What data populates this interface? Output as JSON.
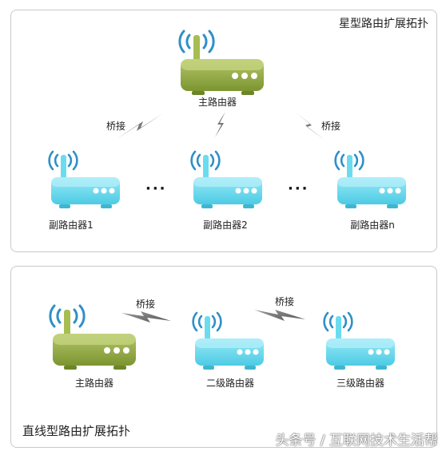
{
  "star": {
    "title": "星型路由扩展拓扑",
    "main_router": "主路由器",
    "sub_routers": [
      "副路由器1",
      "副路由器2",
      "副路由器n"
    ],
    "bridge_label": "桥接",
    "ellipsis": "···"
  },
  "linear": {
    "title": "直线型路由扩展拓扑",
    "routers": [
      "主路由器",
      "二级路由器",
      "三级路由器"
    ],
    "bridge_label": "桥接"
  },
  "watermark": "头条号 / 互联网技术生活帮",
  "colors": {
    "main_router": "#8aa33c",
    "sub_router": "#5fd4ea",
    "signal": "#2f8fc8",
    "bolt": "#777777"
  },
  "icons": [
    "wifi-router-icon",
    "wifi-signal-icon",
    "lightning-bolt-icon"
  ]
}
